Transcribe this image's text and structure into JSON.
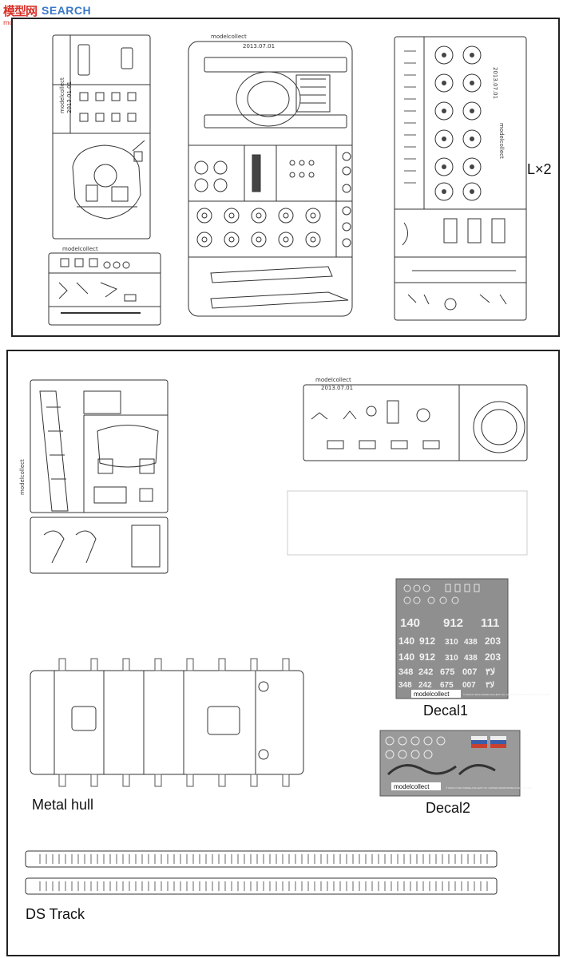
{
  "header": {
    "logo_cn": "模型网",
    "logo_suffix": "SEARCH",
    "logo_url": "moo-shou.com"
  },
  "top_panel": {
    "sprue_x_logo": "modelcollect",
    "sprue_x_code": "2013.01.01",
    "sprue_b_logo": "modelcollect",
    "sprue_b_code": "2013.07.01",
    "sprue_e_logo": "modelcollect",
    "sprue_l_logo": "modelcollect",
    "sprue_l_code": "2013.07.01",
    "multiplier": "L×2"
  },
  "bottom_panel": {
    "sprue_i_logo": "modelcollect",
    "sprue_c_logo": "modelcollect",
    "sprue_c_code": "2013.07.01",
    "decal1": {
      "rows": [
        [
          "140",
          "912",
          "111"
        ],
        [
          "140",
          "912",
          "310",
          "438",
          "203"
        ],
        [
          "140",
          "912",
          "310",
          "438",
          "203"
        ],
        [
          "348",
          "242",
          "675",
          "007",
          "ﻻ٣"
        ],
        [
          "348",
          "242",
          "675",
          "007",
          "ﻻ٣"
        ]
      ],
      "brand": "modelcollect",
      "fine_print": "© 2013.07.2013 MODELCOLLECT CO. LIMITED WWW.MODELCOLLECT.COM",
      "caption": "Decal1"
    },
    "decal2": {
      "brand": "modelcollect",
      "fine_print": "© 2013.07.2013 MODELCOLLECT CO. LIMITED WWW.MODELCOLLECT.COM",
      "caption": "Decal2"
    },
    "hull_caption": "Metal hull",
    "track_caption": "DS Track"
  }
}
